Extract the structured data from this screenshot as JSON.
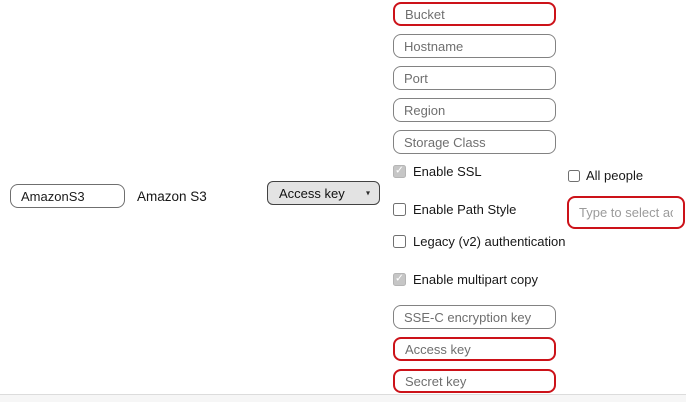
{
  "colors": {
    "error_red": "#cc1219",
    "field_border_gray": "#828282",
    "dropdown_bg": "#e3e3e3"
  },
  "profile": {
    "protocol_id_value": "AmazonS3",
    "description_label": "Amazon S3"
  },
  "auth": {
    "selected_option": "Access key",
    "caret_icon": "▾"
  },
  "fields": {
    "bucket": "Bucket",
    "hostname": "Hostname",
    "port": "Port",
    "region": "Region",
    "storage_class": "Storage Class",
    "sse_c_key": "SSE-C encryption key",
    "access_key": "Access key",
    "secret_key": "Secret key"
  },
  "checkboxes": {
    "enable_ssl": {
      "label": "Enable SSL",
      "checked": true
    },
    "enable_path_style": {
      "label": "Enable Path Style",
      "checked": false
    },
    "legacy_v2_auth": {
      "label": "Legacy (v2) authentication",
      "checked": false
    },
    "enable_multipart_copy": {
      "label": "Enable multipart copy",
      "checked": true
    }
  },
  "acl": {
    "all_people": {
      "label": "All people",
      "checked": false
    },
    "account_placeholder": "Type to select acco"
  },
  "icons": {
    "check": "✓"
  }
}
